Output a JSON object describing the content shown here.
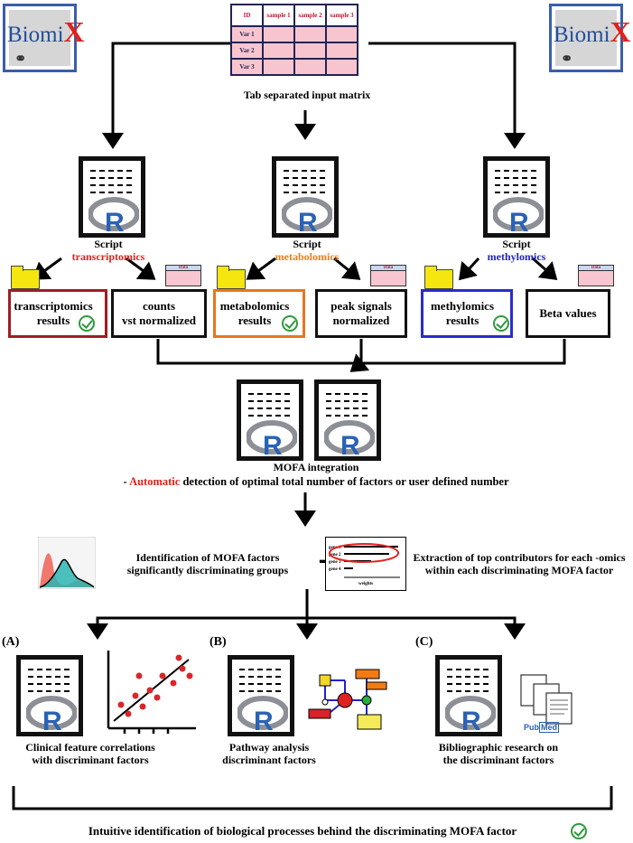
{
  "logos": {
    "text": "Biomi",
    "accent": "X"
  },
  "input_matrix": {
    "header": [
      "ID",
      "sample 1",
      "sample 2",
      "sample 3"
    ],
    "rows": [
      "Var 1",
      "Var 2",
      "Var 3"
    ],
    "caption": "Tab separated input matrix"
  },
  "scripts": [
    {
      "prefix": "Script",
      "name": "transcriptomics",
      "color": "#e0221f"
    },
    {
      "prefix": "Script",
      "name": "metabolomics",
      "color": "#f07c17"
    },
    {
      "prefix": "Script",
      "name": "methylomics",
      "color": "#2124c8"
    }
  ],
  "results": [
    {
      "label": "transcriptomics\nresults",
      "border": "#a01c25"
    },
    {
      "label": "counts\nvst normalized",
      "border": "#111111"
    },
    {
      "label": "metabolomics\nresults",
      "border": "#e8771c"
    },
    {
      "label": "peak signals\nnormalized",
      "border": "#111111"
    },
    {
      "label": "methylomics\nresults",
      "border": "#2b2bd0"
    },
    {
      "label": "Beta values",
      "border": "#111111"
    }
  ],
  "data_icon_label": "Data",
  "mofa": {
    "title": "MOFA integration",
    "dash": "- ",
    "automatic": "Automatic",
    "rest": " detection of optimal total number of factors or user defined number"
  },
  "factors": {
    "identification": "Identification of MOFA factors\nsignificantly discriminating groups",
    "plus": "+",
    "extraction": "Extraction of top contributors for each -omics\nwithin each discriminating MOFA factor",
    "genes": [
      "gene 1",
      "gene 2",
      "gene 3",
      "gene 4"
    ],
    "weights_label": "weights"
  },
  "branches": [
    {
      "letter": "(A)",
      "caption": "Clinical feature correlations\nwith discriminant factors"
    },
    {
      "letter": "(B)",
      "caption": "Pathway analysis\ndiscriminant factors"
    },
    {
      "letter": "(C)",
      "caption": "Bibliographic research on\nthe discriminant factors"
    }
  ],
  "pubmed": {
    "pub": "Pub",
    "med": "Med"
  },
  "conclusion": "Intuitive identification of biological processes behind the discriminating MOFA factor",
  "colors": {
    "red": "#e0221f",
    "orange": "#f07c17",
    "blue": "#2124c8",
    "green": "#2e9b3c",
    "r_blue": "#2a62b5"
  }
}
